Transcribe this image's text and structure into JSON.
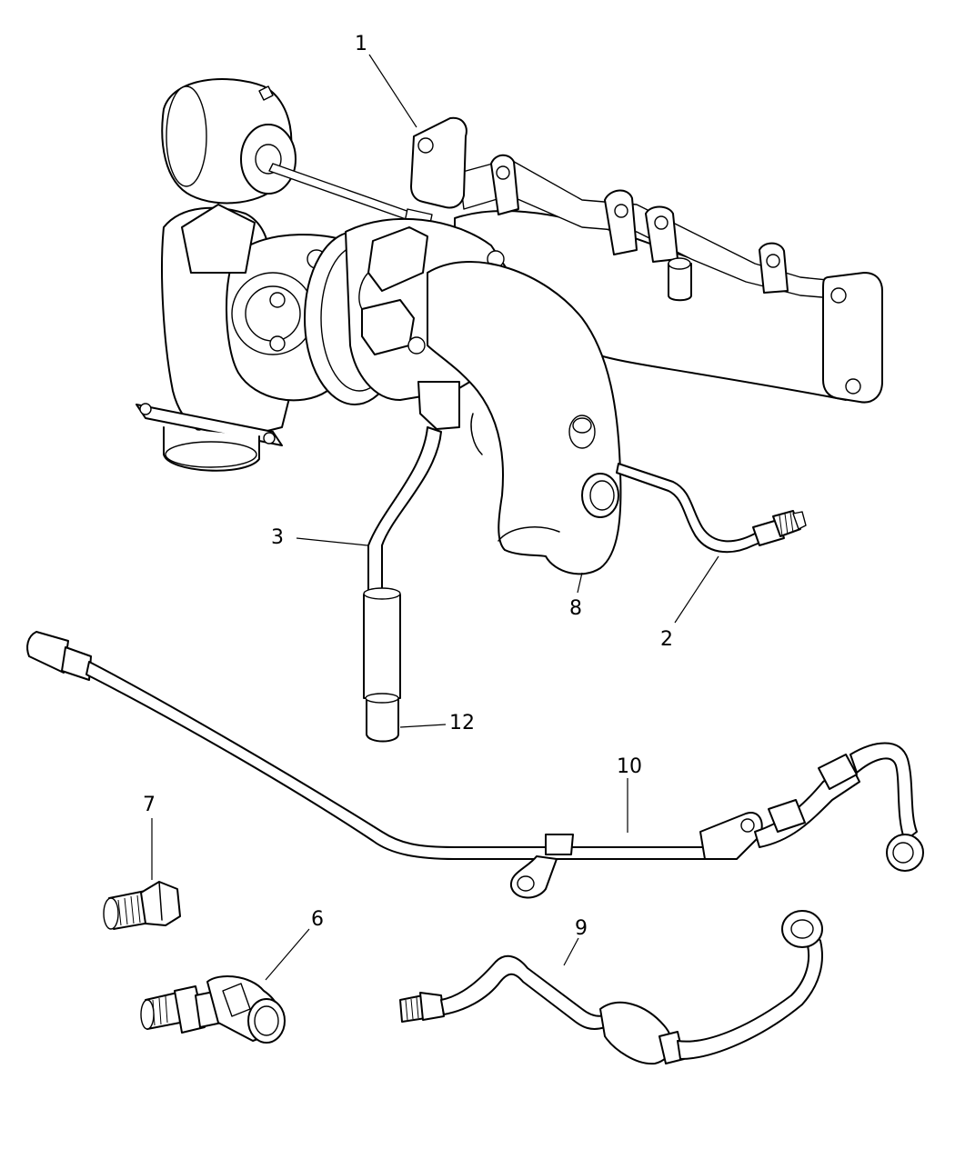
{
  "callouts": {
    "c1": "1",
    "c2": "2",
    "c3": "3",
    "c6": "6",
    "c7": "7",
    "c8": "8",
    "c9": "9",
    "c10": "10",
    "c12": "12"
  },
  "parts": [
    {
      "id": "1",
      "icon": "exhaust-manifold-turbocharger-icon"
    },
    {
      "id": "2",
      "icon": "tube-icon"
    },
    {
      "id": "3",
      "icon": "tube-icon"
    },
    {
      "id": "6",
      "icon": "elbow-fitting-icon"
    },
    {
      "id": "7",
      "icon": "adapter-fitting-icon"
    },
    {
      "id": "8",
      "icon": "outlet-pipe-icon"
    },
    {
      "id": "9",
      "icon": "oil-feed-tube-icon"
    },
    {
      "id": "10",
      "icon": "oil-return-tube-icon"
    },
    {
      "id": "12",
      "icon": "hose-icon"
    }
  ],
  "colors": {
    "line": "#000000",
    "background": "#ffffff"
  }
}
